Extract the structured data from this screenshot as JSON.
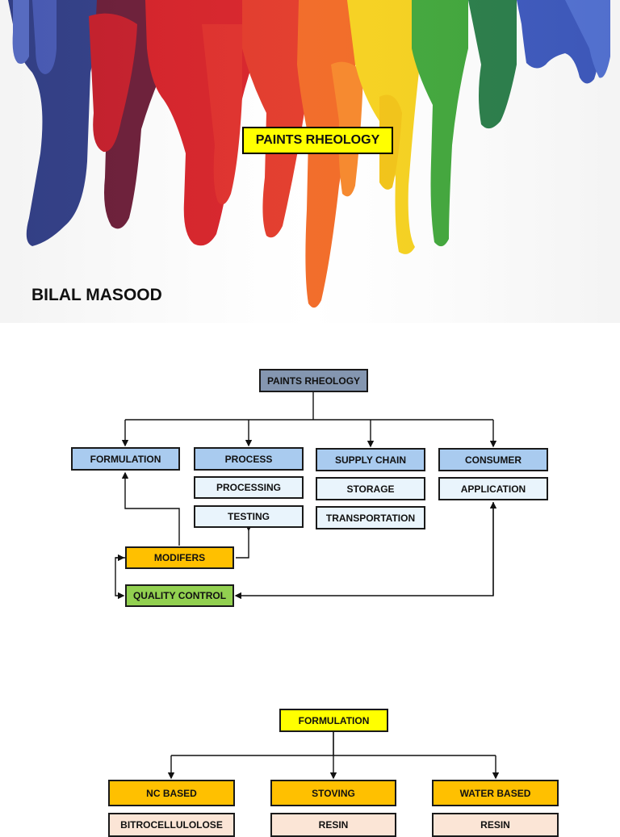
{
  "cover": {
    "title": "PAINTS RHEOLOGY",
    "author": "BILAL MASOOD"
  },
  "rheology_chart": {
    "root": "PAINTS RHEOLOGY",
    "categories": [
      {
        "label": "FORMULATION",
        "items": []
      },
      {
        "label": "PROCESS",
        "items": [
          "PROCESSING",
          "TESTING"
        ]
      },
      {
        "label": "SUPPLY CHAIN",
        "items": [
          "STORAGE",
          "TRANSPORTATION"
        ]
      },
      {
        "label": "CONSUMER",
        "items": [
          "APPLICATION"
        ]
      }
    ],
    "modifiers": "MODIFERS",
    "quality_control": "QUALITY CONTROL"
  },
  "formulation_chart": {
    "root": "FORMULATION",
    "types": [
      {
        "label": "NC BASED",
        "first_item": "BITROCELLULOLOSE"
      },
      {
        "label": "STOVING",
        "first_item": "RESIN"
      },
      {
        "label": "WATER BASED",
        "first_item": "RESIN"
      }
    ]
  },
  "colors": {
    "root_box": "#8496b0",
    "category_box": "#a9cbef",
    "sub_box": "#e9f4fc",
    "modifier_box": "#ffc000",
    "qc_box": "#92d050",
    "title_highlight": "#ffff00"
  }
}
